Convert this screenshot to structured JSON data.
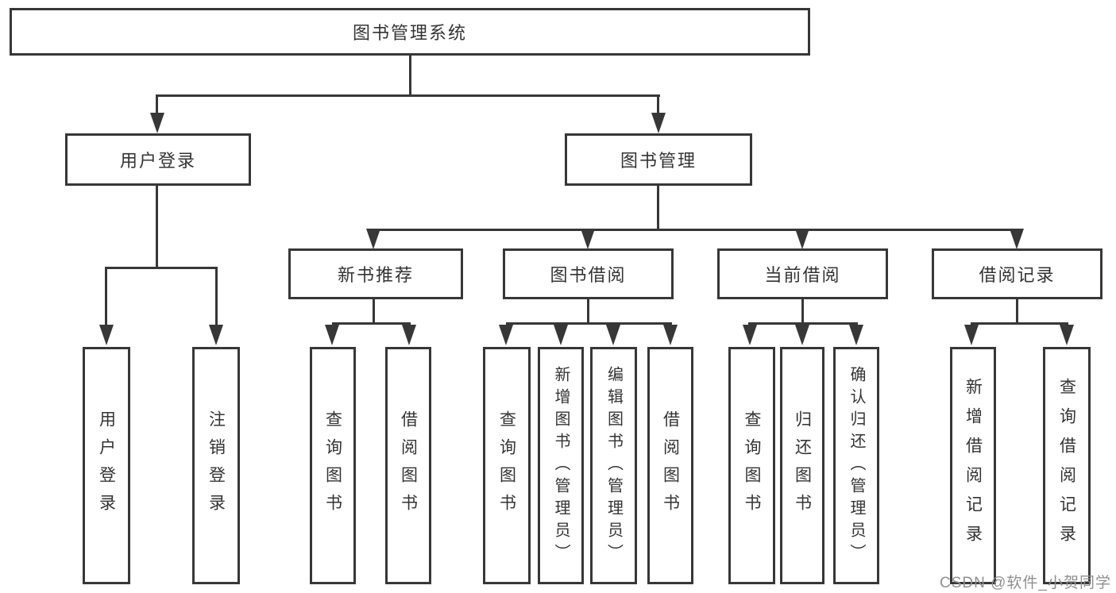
{
  "root": {
    "label": "图书管理系统"
  },
  "level2": [
    {
      "label": "用户登录"
    },
    {
      "label": "图书管理"
    }
  ],
  "level3": [
    {
      "label": "新书推荐",
      "parent": "图书管理"
    },
    {
      "label": "图书借阅",
      "parent": "图书管理"
    },
    {
      "label": "当前借阅",
      "parent": "图书管理"
    },
    {
      "label": "借阅记录",
      "parent": "图书管理"
    }
  ],
  "leaves": [
    {
      "label": "用户登录",
      "parent": "用户登录"
    },
    {
      "label": "注销登录",
      "parent": "用户登录"
    },
    {
      "label": "查询图书",
      "parent": "新书推荐"
    },
    {
      "label": "借阅图书",
      "parent": "新书推荐"
    },
    {
      "label": "查询图书",
      "parent": "图书借阅"
    },
    {
      "label": "新增图书（管理员）",
      "parent": "图书借阅"
    },
    {
      "label": "编辑图书（管理员）",
      "parent": "图书借阅"
    },
    {
      "label": "借阅图书",
      "parent": "图书借阅"
    },
    {
      "label": "查询图书",
      "parent": "当前借阅"
    },
    {
      "label": "归还图书",
      "parent": "当前借阅"
    },
    {
      "label": "确认归还（管理员）",
      "parent": "当前借阅"
    },
    {
      "label": "新增借阅记录",
      "parent": "借阅记录"
    },
    {
      "label": "查询借阅记录",
      "parent": "借阅记录"
    }
  ],
  "watermark": {
    "text": "CSDN @软件_小贺同学"
  },
  "colors": {
    "line": "#373737",
    "text": "#333333",
    "watermark": "#8f8f8f",
    "background": "#ffffff"
  }
}
